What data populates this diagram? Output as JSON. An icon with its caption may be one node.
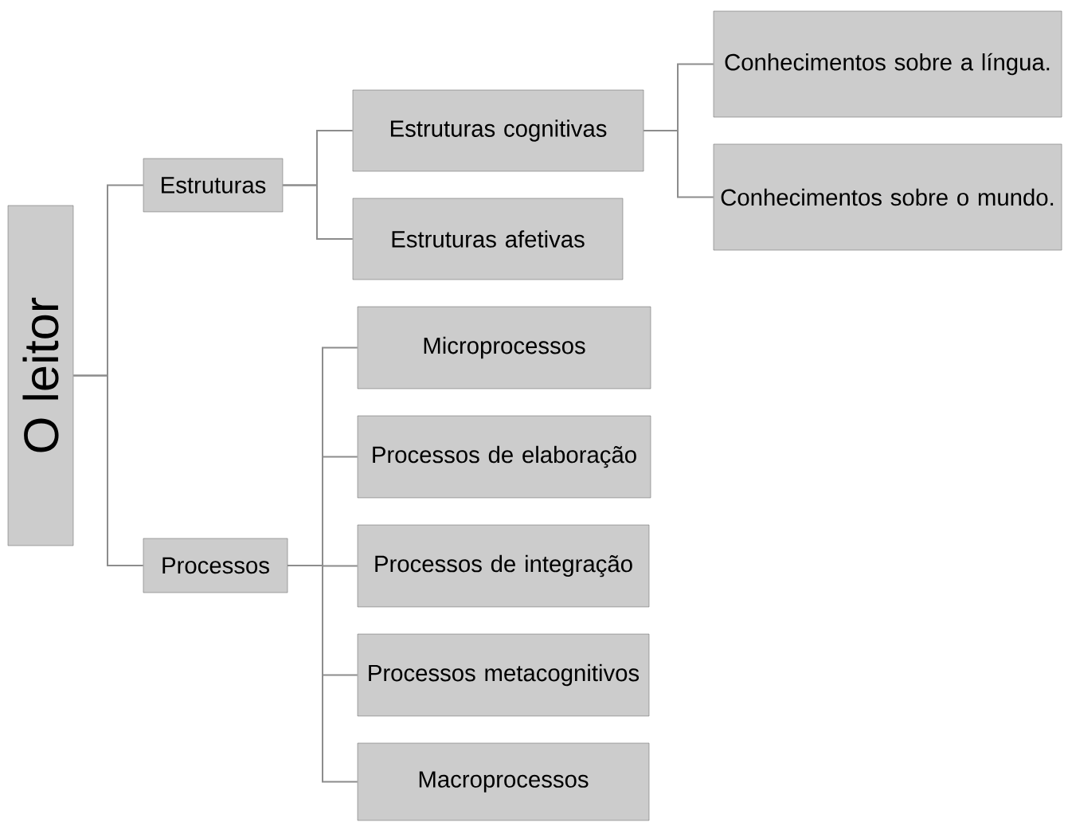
{
  "diagram": {
    "nodes": [
      {
        "text": [
          "O leitor"
        ]
      },
      {
        "text": [
          "Estruturas"
        ]
      },
      {
        "text": [
          "Processos"
        ]
      },
      {
        "text": [
          "Estruturas cognitivas"
        ]
      },
      {
        "text": [
          "Estruturas afetivas"
        ]
      },
      {
        "text": [
          "Conhecimentos sobre a língua."
        ]
      },
      {
        "text": [
          "Conhecimentos sobre o mundo."
        ]
      },
      {
        "text": [
          "Microprocessos"
        ]
      },
      {
        "text": [
          "Processos de elaboração"
        ]
      },
      {
        "text": [
          "Processos de integração"
        ]
      },
      {
        "text": [
          "Processos metacognitivos"
        ]
      },
      {
        "text": [
          "Macroprocessos"
        ]
      }
    ],
    "edges": [
      {
        "from": 0,
        "to": 1,
        "arrow": "none"
      },
      {
        "from": 0,
        "to": 2,
        "arrow": "none"
      },
      {
        "from": 1,
        "to": 3,
        "arrow": "none"
      },
      {
        "from": 1,
        "to": 4,
        "arrow": "none"
      },
      {
        "from": 3,
        "to": 5,
        "arrow": "none"
      },
      {
        "from": 3,
        "to": 6,
        "arrow": "none"
      },
      {
        "from": 2,
        "to": 7,
        "arrow": "none"
      },
      {
        "from": 2,
        "to": 8,
        "arrow": "none"
      },
      {
        "from": 2,
        "to": 9,
        "arrow": "none"
      },
      {
        "from": 2,
        "to": 10,
        "arrow": "none"
      },
      {
        "from": 2,
        "to": 11,
        "arrow": "none"
      }
    ]
  }
}
